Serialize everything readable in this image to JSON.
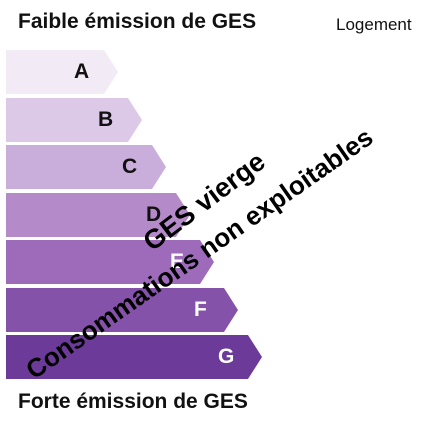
{
  "header": {
    "title": "Faible émission de GES",
    "subtitle": "Logement"
  },
  "footer": {
    "title": "Forte émission de GES"
  },
  "classes": [
    {
      "letter": "A",
      "color": "#f2eaf5",
      "text_color": "#111111"
    },
    {
      "letter": "B",
      "color": "#dcc8e7",
      "text_color": "#111111"
    },
    {
      "letter": "C",
      "color": "#c9addb",
      "text_color": "#111111"
    },
    {
      "letter": "D",
      "color": "#b48ac9",
      "text_color": "#111111"
    },
    {
      "letter": "E",
      "color": "#9e6bbb",
      "text_color": "#ffffff"
    },
    {
      "letter": "F",
      "color": "#8552a9",
      "text_color": "#ffffff"
    },
    {
      "letter": "G",
      "color": "#6c3a98",
      "text_color": "#ffffff"
    }
  ],
  "stamps": {
    "line1": "GES vierge",
    "line2": "Consommations non exploitables"
  }
}
